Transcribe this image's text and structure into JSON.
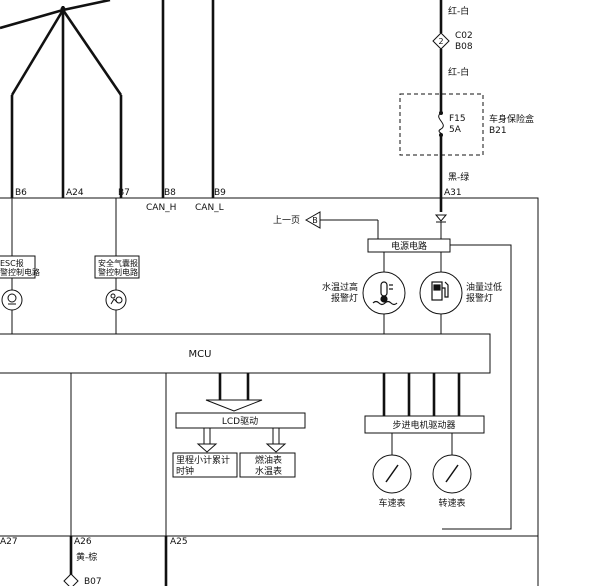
{
  "top_wire": {
    "color_top": "红-白",
    "connector_id": "C02",
    "connector_pin": "B08",
    "color_mid": "红-白",
    "circle_num": "2"
  },
  "fuse": {
    "id": "F15",
    "rating": "5A",
    "box_label": "车身保险盒",
    "box_id": "B21",
    "color_below": "黑-绿"
  },
  "pins_top": [
    "B6",
    "A24",
    "B7",
    "B8",
    "B9",
    "A31"
  ],
  "can": {
    "high": "CAN_H",
    "low": "CAN_L"
  },
  "prev_page": {
    "label": "上一页",
    "marker": "B"
  },
  "power_circuit": "电源电路",
  "lamps": {
    "coolant": {
      "line1": "水温过高",
      "line2": "报警灯"
    },
    "oil": {
      "line1": "油量过低",
      "line2": "报警灯"
    }
  },
  "left_circuits": {
    "esc": {
      "line1": "ESC报",
      "line2": "警控制电路"
    },
    "airbag": {
      "line1": "安全气囊报",
      "line2": "警控制电路"
    }
  },
  "mcu": "MCU",
  "lcd_driver": "LCD驱动",
  "lcd_outputs": {
    "left": {
      "line1": "里程小计累计",
      "line2": "时钟"
    },
    "right": {
      "line1": "燃油表",
      "line2": "水温表"
    }
  },
  "stepper_driver": "步进电机驱动器",
  "gauges": {
    "speedometer": "车速表",
    "tachometer": "转速表"
  },
  "pins_bottom": [
    "A27",
    "A26",
    "A25"
  ],
  "bottom_wire": {
    "color": "黄-棕",
    "connector": "B07"
  }
}
